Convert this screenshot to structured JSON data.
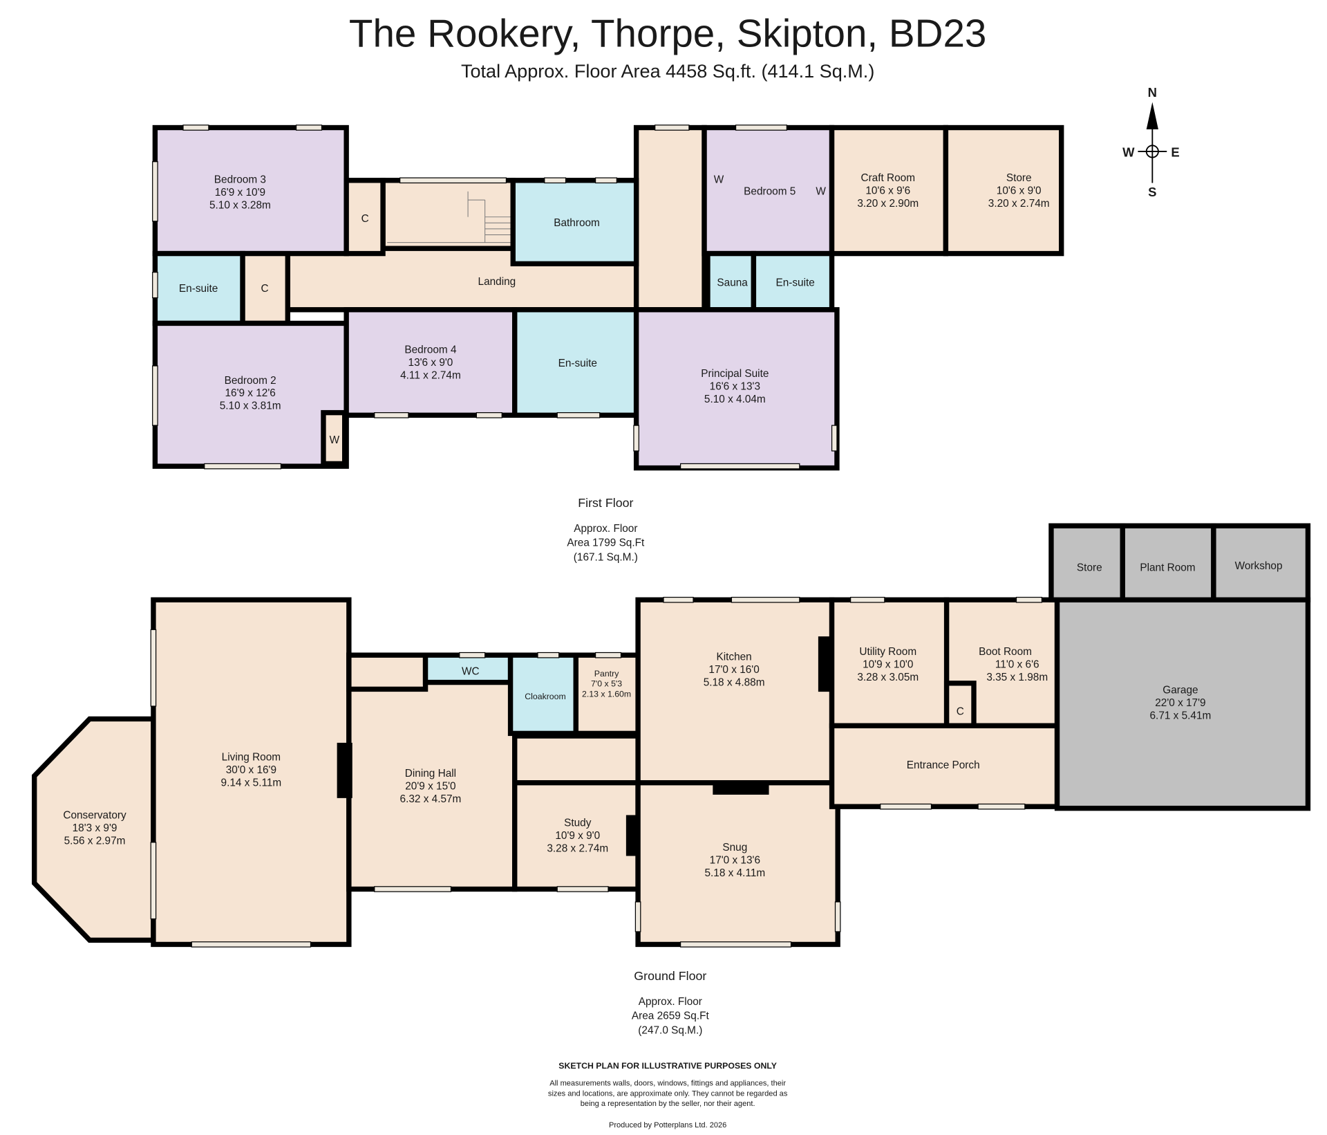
{
  "header": {
    "title": "The Rookery, Thorpe, Skipton, BD23",
    "subtitle": "Total Approx. Floor Area 4458 Sq.ft. (414.1 Sq.M.)"
  },
  "compass": {
    "n": "N",
    "s": "S",
    "e": "E",
    "w": "W"
  },
  "first_floor": {
    "label": "First Floor",
    "area_1": "Approx. Floor",
    "area_2": "Area 1799 Sq.Ft",
    "area_3": "(167.1 Sq.M.)",
    "rooms": {
      "bedroom3": {
        "name": "Bedroom 3",
        "imp": "16'9 x 10'9",
        "met": "5.10 x 3.28m"
      },
      "ensuite_left": {
        "name": "En-suite"
      },
      "cupboard_left": {
        "name": "C"
      },
      "cupboard_top": {
        "name": "C"
      },
      "bedroom2": {
        "name": "Bedroom 2",
        "imp": "16'9 x 12'6",
        "met": "5.10 x 3.81m"
      },
      "wardrobe_b2": {
        "name": "W"
      },
      "bathroom": {
        "name": "Bathroom"
      },
      "landing": {
        "name": "Landing"
      },
      "bedroom5": {
        "name": "Bedroom 5",
        "w1": "W",
        "w2": "W"
      },
      "sauna": {
        "name": "Sauna"
      },
      "ensuite_b5": {
        "name": "En-suite"
      },
      "craft": {
        "name": "Craft Room",
        "imp": "10'6 x 9'6",
        "met": "3.20 x 2.90m"
      },
      "store": {
        "name": "Store",
        "imp": "10'6 x 9'0",
        "met": "3.20 x 2.74m"
      },
      "bedroom4": {
        "name": "Bedroom 4",
        "imp": "13'6 x 9'0",
        "met": "4.11 x 2.74m"
      },
      "ensuite_mid": {
        "name": "En-suite"
      },
      "principal": {
        "name": "Principal Suite",
        "imp": "16'6 x 13'3",
        "met": "5.10 x 4.04m"
      }
    }
  },
  "ground_floor": {
    "label": "Ground Floor",
    "area_1": "Approx. Floor",
    "area_2": "Area 2659 Sq.Ft",
    "area_3": "(247.0 Sq.M.)",
    "rooms": {
      "conservatory": {
        "name": "Conservatory",
        "imp": "18'3 x 9'9",
        "met": "5.56 x 2.97m"
      },
      "living": {
        "name": "Living Room",
        "imp": "30'0 x 16'9",
        "met": "9.14 x 5.11m"
      },
      "dining": {
        "name": "Dining Hall",
        "imp": "20'9 x 15'0",
        "met": "6.32 x 4.57m"
      },
      "wc": {
        "name": "WC"
      },
      "cloakroom": {
        "name": "Cloakroom"
      },
      "pantry": {
        "name": "Pantry",
        "imp": "7'0 x 5'3",
        "met": "2.13 x 1.60m"
      },
      "kitchen": {
        "name": "Kitchen",
        "imp": "17'0 x 16'0",
        "met": "5.18 x 4.88m"
      },
      "study": {
        "name": "Study",
        "imp": "10'9 x 9'0",
        "met": "3.28 x 2.74m"
      },
      "snug": {
        "name": "Snug",
        "imp": "17'0 x 13'6",
        "met": "5.18 x 4.11m"
      },
      "utility": {
        "name": "Utility Room",
        "imp": "10'9 x 10'0",
        "met": "3.28 x 3.05m"
      },
      "boot": {
        "name": "Boot Room",
        "imp": "11'0 x 6'6",
        "met": "3.35 x 1.98m"
      },
      "cupboard": {
        "name": "C"
      },
      "porch": {
        "name": "Entrance Porch"
      },
      "garage": {
        "name": "Garage",
        "imp": "22'0 x 17'9",
        "met": "6.71 x 5.41m"
      },
      "store": {
        "name": "Store"
      },
      "plant": {
        "name": "Plant Room"
      },
      "workshop": {
        "name": "Workshop"
      }
    }
  },
  "footer": {
    "heading": "SKETCH PLAN FOR ILLUSTRATIVE PURPOSES ONLY",
    "line1": "All measurements walls, doors, windows, fittings and appliances, their",
    "line2": "sizes and locations, are approximate only. They cannot be regarded as",
    "line3": "being a representation by the seller, nor their agent.",
    "produced": "Produced by Potterplans Ltd. 2026"
  }
}
